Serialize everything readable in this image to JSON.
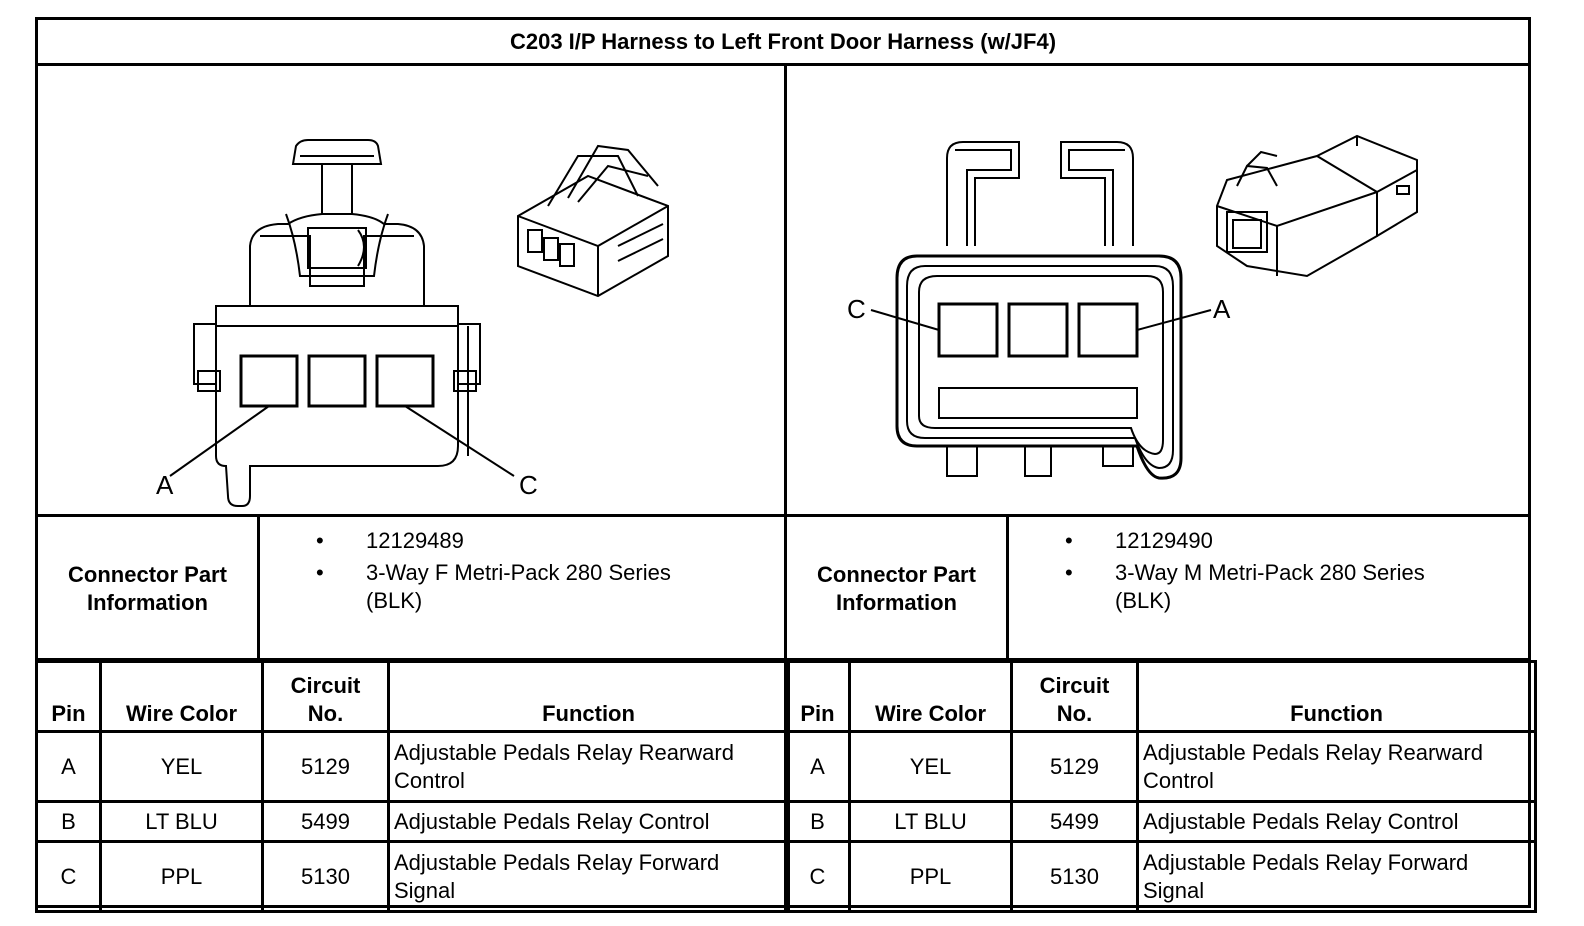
{
  "title": "C203 I/P Harness to Left Front Door Harness (w/JF4)",
  "connectors": [
    {
      "side": "left",
      "pin_labels": {
        "left": "A",
        "right": "C"
      },
      "info_label_line1": "Connector Part",
      "info_label_line2": "Information",
      "part_items": [
        "12129489",
        "3-Way F Metri-Pack 280 Series",
        "(BLK)"
      ],
      "headers": {
        "pin": "Pin",
        "wire_color": "Wire Color",
        "circuit_line1": "Circuit",
        "circuit_line2": "No.",
        "function": "Function"
      },
      "rows": [
        {
          "pin": "A",
          "wire_color": "YEL",
          "circuit": "5129",
          "function_line1": "Adjustable Pedals Relay Rearward",
          "function_line2": "Control"
        },
        {
          "pin": "B",
          "wire_color": "LT BLU",
          "circuit": "5499",
          "function_line1": "Adjustable Pedals Relay Control",
          "function_line2": ""
        },
        {
          "pin": "C",
          "wire_color": "PPL",
          "circuit": "5130",
          "function_line1": "Adjustable Pedals Relay Forward",
          "function_line2": "Signal"
        }
      ]
    },
    {
      "side": "right",
      "pin_labels": {
        "left": "C",
        "right": "A"
      },
      "info_label_line1": "Connector Part",
      "info_label_line2": "Information",
      "part_items": [
        "12129490",
        "3-Way M Metri-Pack 280 Series",
        "(BLK)"
      ],
      "headers": {
        "pin": "Pin",
        "wire_color": "Wire Color",
        "circuit_line1": "Circuit",
        "circuit_line2": "No.",
        "function": "Function"
      },
      "rows": [
        {
          "pin": "A",
          "wire_color": "YEL",
          "circuit": "5129",
          "function_line1": "Adjustable Pedals Relay Rearward",
          "function_line2": "Control"
        },
        {
          "pin": "B",
          "wire_color": "LT BLU",
          "circuit": "5499",
          "function_line1": "Adjustable Pedals Relay Control",
          "function_line2": ""
        },
        {
          "pin": "C",
          "wire_color": "PPL",
          "circuit": "5130",
          "function_line1": "Adjustable Pedals Relay Forward",
          "function_line2": "Signal"
        }
      ]
    }
  ],
  "bullet_glyph": "•"
}
